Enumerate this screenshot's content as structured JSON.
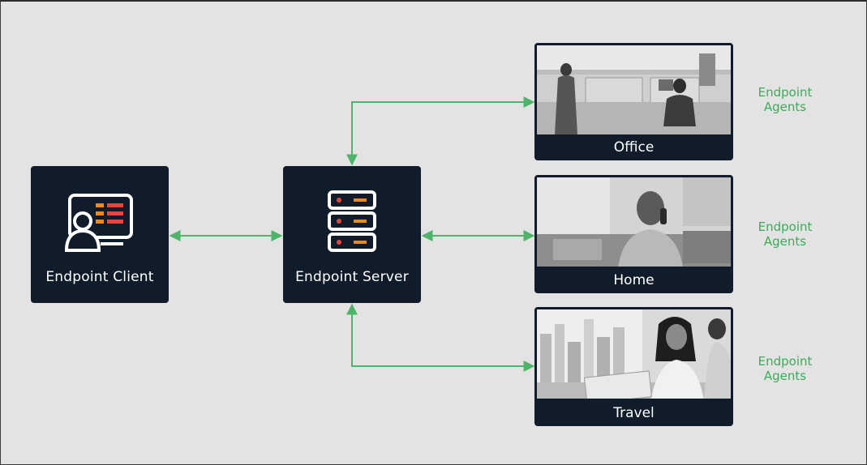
{
  "client": {
    "label": "Endpoint Client",
    "icon": "user-dashboard-icon"
  },
  "server": {
    "label": "Endpoint Server",
    "icon": "server-rack-icon"
  },
  "locations": [
    {
      "caption": "Office",
      "agent_label_line1": "Endpoint",
      "agent_label_line2": "Agents",
      "photo": "office-photo"
    },
    {
      "caption": "Home",
      "agent_label_line1": "Endpoint",
      "agent_label_line2": "Agents",
      "photo": "home-photo"
    },
    {
      "caption": "Travel",
      "agent_label_line1": "Endpoint",
      "agent_label_line2": "Agents",
      "photo": "travel-photo"
    }
  ],
  "colors": {
    "node_bg": "#101c2a",
    "connector": "#4cb56a",
    "agent_text": "#3dab5a",
    "accent_orange": "#f08a1c",
    "accent_red": "#e8453c"
  }
}
